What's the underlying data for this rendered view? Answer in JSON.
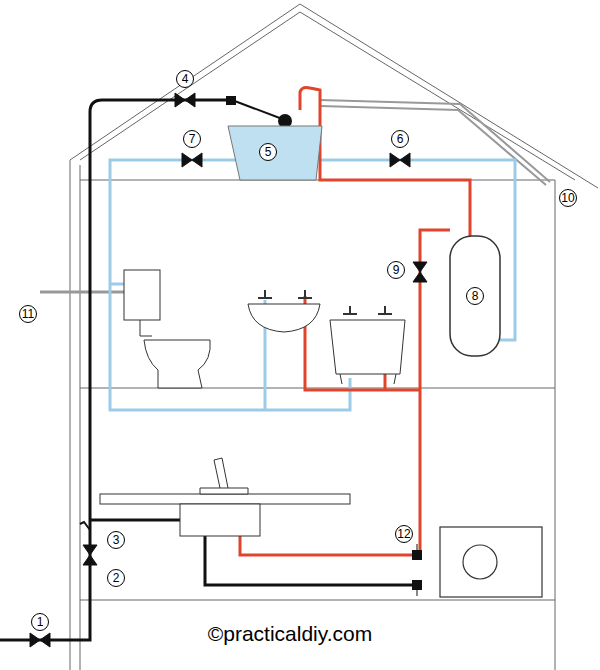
{
  "diagram": {
    "labels": [
      "1",
      "2",
      "3",
      "4",
      "5",
      "6",
      "7",
      "8",
      "9",
      "10",
      "11",
      "12",
      "©practicaldiy.com"
    ]
  }
}
